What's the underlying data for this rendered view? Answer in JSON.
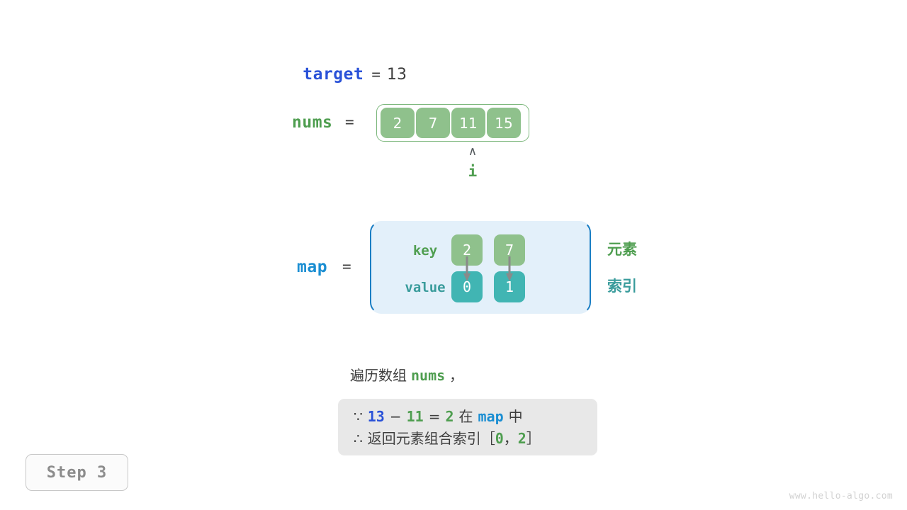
{
  "target": {
    "name": "target",
    "equals": "=",
    "value": "13"
  },
  "nums": {
    "name": "nums",
    "equals": "=",
    "cells": [
      "2",
      "7",
      "11",
      "15"
    ],
    "pointer": {
      "caret": "∧",
      "label": "i",
      "index": 2
    }
  },
  "map": {
    "name": "map",
    "equals": "=",
    "row_labels": {
      "key": "key",
      "value": "value"
    },
    "entries": [
      {
        "key": "2",
        "value": "0"
      },
      {
        "key": "7",
        "value": "1"
      }
    ],
    "side_notes": {
      "element": "元素",
      "index": "索引"
    }
  },
  "caption": {
    "prefix": "遍历数组",
    "keyword": "nums",
    "suffix": "，"
  },
  "note": {
    "line1": {
      "because": "∵",
      "a": "13",
      "minus": "−",
      "b": "11",
      "eq": "=",
      "result": "2",
      "zai": "在",
      "map": "map",
      "zhong": "中"
    },
    "line2": {
      "therefore": "∴",
      "text": "返回元素组合索引",
      "bracket_open": "［",
      "i1": "0",
      "comma": "，",
      "i2": "2",
      "bracket_close": "］"
    }
  },
  "step_badge": "Step 3",
  "watermark": "www.hello-algo.com",
  "colors": {
    "blue": "#2a52d8",
    "light_blue": "#1b8ed2",
    "green": "#4f9e50",
    "cell_green": "#8fc18c",
    "teal": "#41b5b3",
    "teal_text": "#3a9c9c",
    "gray_text": "#3e3e3e",
    "note_bg": "#e8e8e8",
    "map_bg": "#e3f0fa",
    "map_border": "#1a7ec4",
    "arrow": "#8a8a8a"
  }
}
